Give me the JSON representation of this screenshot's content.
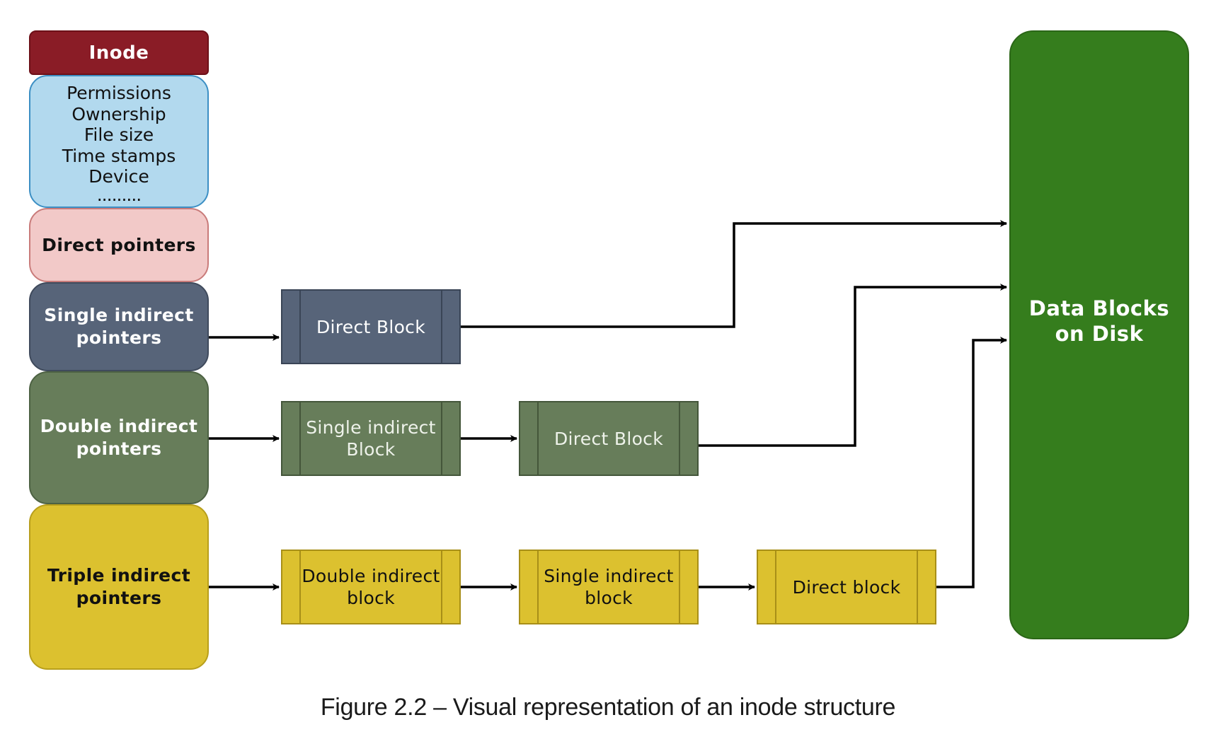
{
  "inode": {
    "title": "Inode",
    "metadata": [
      "Permissions",
      "Ownership",
      "File size",
      "Time stamps",
      "Device",
      "........."
    ],
    "pointers": {
      "direct": "Direct pointers",
      "single_indirect": "Single indirect\npointers",
      "double_indirect": "Double indirect\npointers",
      "triple_indirect": "Triple indirect\npointers"
    }
  },
  "blocks": {
    "single_row_direct": "Direct Block",
    "double_row_single": "Single indirect\nBlock",
    "double_row_direct": "Direct Block",
    "triple_row_double": "Double indirect\nblock",
    "triple_row_single": "Single indirect\nblock",
    "triple_row_direct": "Direct block"
  },
  "data_blocks": "Data Blocks\non Disk",
  "caption": "Figure 2.2 – Visual representation of an inode structure",
  "colors": {
    "inode_title": "#8a1c26",
    "metadata": "#b2d9ee",
    "direct": "#f2c9c8",
    "single": "#576479",
    "double": "#677d5a",
    "triple": "#dcc12f",
    "disk": "#357d1d",
    "arrow": "#000000"
  }
}
